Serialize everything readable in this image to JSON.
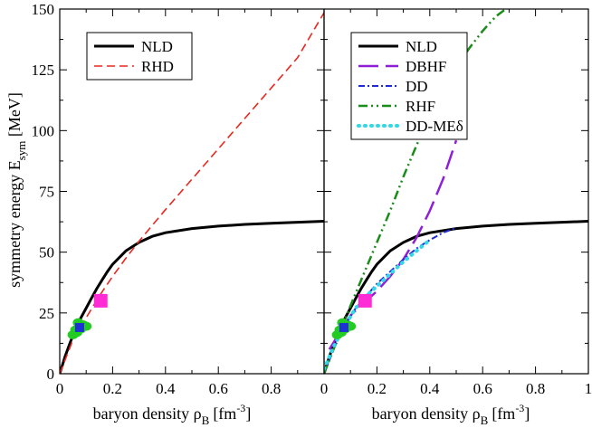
{
  "chart_data": [
    {
      "type": "line",
      "panel": "left",
      "xlim": [
        0,
        1
      ],
      "ylim": [
        0,
        150
      ],
      "x_ticks": [
        "0",
        "0.2",
        "0.4",
        "0.6",
        "0.8"
      ],
      "y_ticks": [
        "0",
        "25",
        "50",
        "75",
        "100",
        "125",
        "150"
      ],
      "xlabel_main": "baryon density ρ",
      "xlabel_sub": "B",
      "xlabel_unit": "[fm",
      "xlabel_sup": "-3",
      "xlabel_close": "]",
      "ylabel_main": "symmetry energy  E",
      "ylabel_sub": "sym",
      "ylabel_unit": " [MeV]",
      "legend_position": "top-left",
      "series": [
        {
          "name": "NLD",
          "color": "#000000",
          "dash": "solid",
          "points": [
            [
              0,
              0
            ],
            [
              0.02,
              7
            ],
            [
              0.04,
              13
            ],
            [
              0.06,
              18.5
            ],
            [
              0.08,
              23
            ],
            [
              0.1,
              27
            ],
            [
              0.12,
              31
            ],
            [
              0.14,
              35
            ],
            [
              0.16,
              38.5
            ],
            [
              0.18,
              42
            ],
            [
              0.2,
              45
            ],
            [
              0.25,
              50.5
            ],
            [
              0.3,
              54
            ],
            [
              0.35,
              56.5
            ],
            [
              0.4,
              58
            ],
            [
              0.5,
              59.7
            ],
            [
              0.6,
              60.7
            ],
            [
              0.7,
              61.4
            ],
            [
              0.8,
              61.9
            ],
            [
              0.9,
              62.3
            ],
            [
              1.0,
              62.7
            ]
          ]
        },
        {
          "name": "RHD",
          "color": "#e8281e",
          "dash": "dashed",
          "points": [
            [
              0,
              0
            ],
            [
              0.05,
              14
            ],
            [
              0.1,
              23
            ],
            [
              0.15,
              32
            ],
            [
              0.2,
              40
            ],
            [
              0.25,
              47.5
            ],
            [
              0.3,
              54.5
            ],
            [
              0.35,
              61
            ],
            [
              0.4,
              67.5
            ],
            [
              0.5,
              80
            ],
            [
              0.6,
              92.5
            ],
            [
              0.7,
              105
            ],
            [
              0.8,
              117.5
            ],
            [
              0.9,
              130
            ],
            [
              1.0,
              148.5
            ]
          ]
        }
      ],
      "markers": [
        {
          "shape": "square",
          "color": "#ff2bd4",
          "x": 0.155,
          "y": 30
        },
        {
          "shape": "square",
          "color": "#1f31d6",
          "x": 0.075,
          "y": 19
        }
      ],
      "green_markers": {
        "color": "#22cc22",
        "points": [
          [
            0.05,
            16
          ],
          [
            0.065,
            17
          ],
          [
            0.08,
            18.5
          ],
          [
            0.09,
            20
          ],
          [
            0.1,
            19.5
          ],
          [
            0.07,
            21
          ],
          [
            0.06,
            18
          ]
        ]
      }
    },
    {
      "type": "line",
      "panel": "right",
      "xlim": [
        0,
        1
      ],
      "ylim": [
        0,
        150
      ],
      "x_ticks": [
        "0",
        "0.2",
        "0.4",
        "0.6",
        "0.8",
        "1"
      ],
      "xlabel_main": "baryon density ρ",
      "xlabel_sub": "B",
      "xlabel_unit": "[fm",
      "xlabel_sup": "-3",
      "xlabel_close": "]",
      "legend_position": "top-left",
      "series": [
        {
          "name": "NLD",
          "color": "#000000",
          "dash": "solid",
          "points": [
            [
              0,
              0
            ],
            [
              0.02,
              7
            ],
            [
              0.04,
              13
            ],
            [
              0.06,
              18.5
            ],
            [
              0.08,
              23
            ],
            [
              0.1,
              27
            ],
            [
              0.12,
              31
            ],
            [
              0.14,
              35
            ],
            [
              0.16,
              38.5
            ],
            [
              0.18,
              42
            ],
            [
              0.2,
              45
            ],
            [
              0.25,
              50.5
            ],
            [
              0.3,
              54
            ],
            [
              0.35,
              56.5
            ],
            [
              0.4,
              58
            ],
            [
              0.5,
              59.7
            ],
            [
              0.6,
              60.7
            ],
            [
              0.7,
              61.4
            ],
            [
              0.8,
              61.9
            ],
            [
              0.9,
              62.3
            ],
            [
              1.0,
              62.7
            ]
          ]
        },
        {
          "name": "DBHF",
          "color": "#8f1fd6",
          "dash": "longdash",
          "points": [
            [
              0.02,
              10
            ],
            [
              0.06,
              17
            ],
            [
              0.1,
              24
            ],
            [
              0.15,
              29
            ],
            [
              0.2,
              34
            ],
            [
              0.25,
              40
            ],
            [
              0.3,
              47
            ],
            [
              0.35,
              56
            ],
            [
              0.4,
              67
            ],
            [
              0.45,
              80
            ],
            [
              0.5,
              96
            ]
          ]
        },
        {
          "name": "DD",
          "color": "#1f2bd6",
          "dash": "dashdot",
          "points": [
            [
              0,
              0
            ],
            [
              0.04,
              11
            ],
            [
              0.08,
              20
            ],
            [
              0.12,
              27
            ],
            [
              0.16,
              32
            ],
            [
              0.2,
              37
            ],
            [
              0.25,
              42
            ],
            [
              0.3,
              47
            ],
            [
              0.35,
              51.5
            ],
            [
              0.4,
              55
            ],
            [
              0.45,
              58
            ],
            [
              0.5,
              60
            ]
          ]
        },
        {
          "name": "RHF",
          "color": "#1a8c1a",
          "dash": "dashdotdot",
          "points": [
            [
              0,
              0
            ],
            [
              0.05,
              14
            ],
            [
              0.1,
              28
            ],
            [
              0.15,
              41
            ],
            [
              0.2,
              54
            ],
            [
              0.25,
              67
            ],
            [
              0.3,
              81
            ],
            [
              0.35,
              94
            ],
            [
              0.4,
              106
            ],
            [
              0.45,
              117
            ],
            [
              0.5,
              126
            ],
            [
              0.55,
              134
            ],
            [
              0.6,
              141
            ],
            [
              0.65,
              147
            ],
            [
              0.7,
              151
            ]
          ]
        },
        {
          "name": "DD-MEδ",
          "color": "#33d8e6",
          "dash": "dotted",
          "points": [
            [
              0,
              2
            ],
            [
              0.04,
              12
            ],
            [
              0.08,
              20
            ],
            [
              0.12,
              27
            ],
            [
              0.16,
              32
            ],
            [
              0.2,
              36
            ],
            [
              0.25,
              41
            ],
            [
              0.3,
              46
            ],
            [
              0.35,
              50.5
            ],
            [
              0.4,
              55
            ]
          ]
        }
      ],
      "markers": [
        {
          "shape": "square",
          "color": "#ff2bd4",
          "x": 0.155,
          "y": 30
        },
        {
          "shape": "square",
          "color": "#1f31d6",
          "x": 0.075,
          "y": 19
        }
      ],
      "green_markers": {
        "color": "#22cc22",
        "points": [
          [
            0.05,
            16
          ],
          [
            0.065,
            17
          ],
          [
            0.08,
            18.5
          ],
          [
            0.09,
            20
          ],
          [
            0.1,
            19.5
          ],
          [
            0.07,
            21
          ],
          [
            0.06,
            18
          ]
        ]
      }
    }
  ]
}
